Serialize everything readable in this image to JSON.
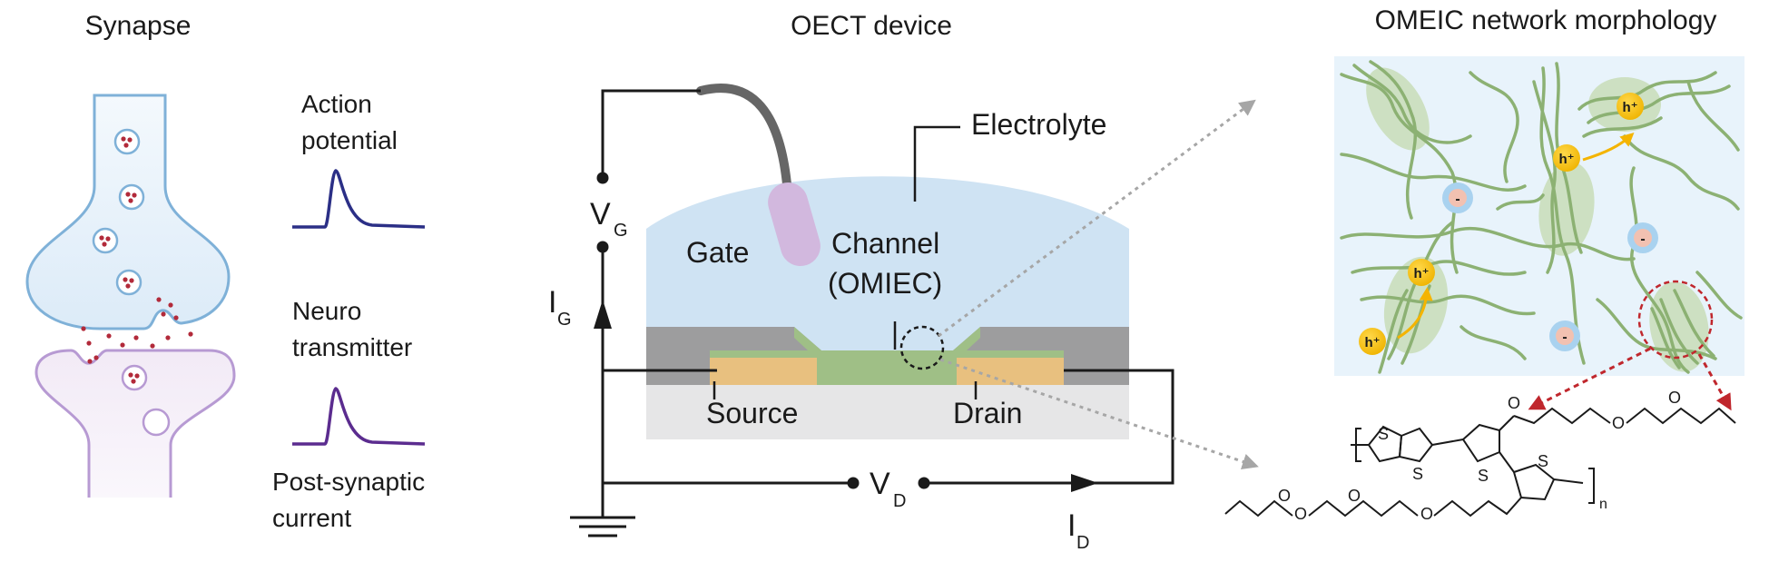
{
  "synapse": {
    "title": "Synapse",
    "action_potential": [
      "Action",
      "potential"
    ],
    "neurotransmitter": [
      "Neuro",
      "transmitter"
    ],
    "post_synaptic": [
      "Post-synaptic",
      "current"
    ]
  },
  "oect": {
    "title": "OECT device",
    "electrolyte": "Electrolyte",
    "gate": "Gate",
    "channel": [
      "Channel",
      "(OMIEC)"
    ],
    "source": "Source",
    "drain": "Drain",
    "vg_main": "V",
    "vg_sub": "G",
    "ig_main": "I",
    "ig_sub": "G",
    "vd_main": "V",
    "vd_sub": "D",
    "id_main": "I",
    "id_sub": "D"
  },
  "network": {
    "title": "OMEIC network morphology",
    "hole_label": "h⁺",
    "anion_label": "-"
  },
  "chemistry": {
    "s_label": "S",
    "o_label": "O",
    "n_label": "n"
  },
  "colors": {
    "electrolyte": "#cfe3f3",
    "substrate_gray": "#9d9d9e",
    "substrate_light": "#e6e6e7",
    "electrode": "#e8c07f",
    "channel": "#9fbf86",
    "gate_probe": "#d2b8de",
    "presynaptic": "#e4f0fa",
    "postsynaptic": "#f3ecf7",
    "action_potential_trace": "#2b2f86",
    "post_synaptic_trace": "#5b2c8f",
    "polymer_chain": "#8cb173",
    "crystallite": "#c8ddb7",
    "hole": "#f4c20d",
    "anion_outer": "#a9d2ef",
    "anion_inner": "#f2c1b1",
    "arrow_gray": "#a6a6a6",
    "arrow_red": "#c0272d"
  }
}
